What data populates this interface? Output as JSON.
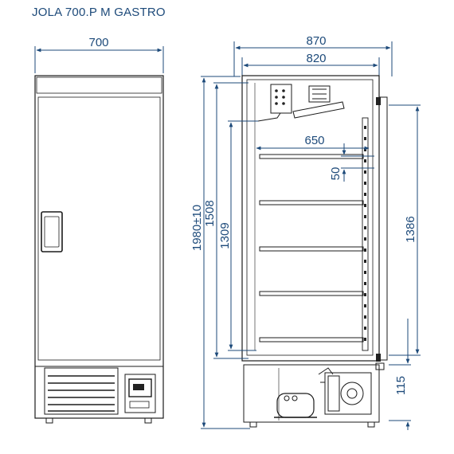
{
  "title": "JOLA 700.P M GASTRO",
  "dimensions": {
    "width_front": "700",
    "width_outer": "870",
    "width_inner": "820",
    "shelf_width": "650",
    "shelf_pitch": "50",
    "height_total": "1980±10",
    "height_interior": "1508",
    "height_usable": "1309",
    "door_height": "1386",
    "base_height": "115"
  }
}
